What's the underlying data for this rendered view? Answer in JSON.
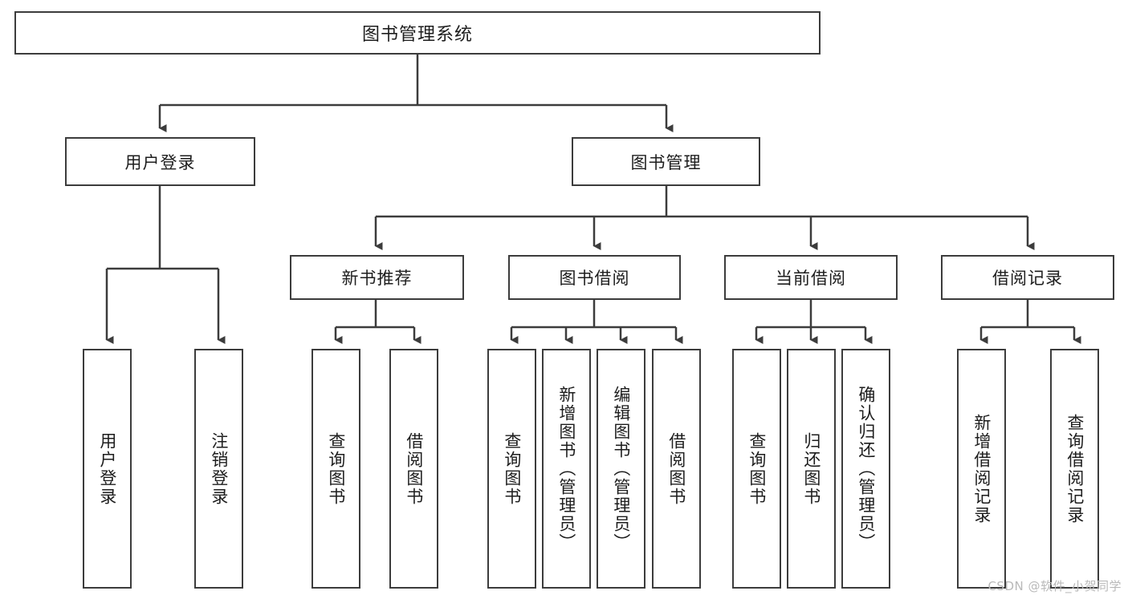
{
  "diagram": {
    "type": "tree",
    "title": "图书管理系统",
    "background": "#ffffff",
    "line_color": "#3c3c3c",
    "text_color": "#1d1d1d"
  },
  "nodes": {
    "root": {
      "label": "图书管理系统"
    },
    "level2": [
      {
        "label": "用户登录"
      },
      {
        "label": "图书管理"
      }
    ],
    "level3": [
      {
        "label": "新书推荐"
      },
      {
        "label": "图书借阅"
      },
      {
        "label": "当前借阅"
      },
      {
        "label": "借阅记录"
      }
    ],
    "leaves_user_login": [
      {
        "label": "用户登录"
      },
      {
        "label": "注销登录"
      }
    ],
    "leaves_new_book": [
      {
        "label": "查询图书"
      },
      {
        "label": "借阅图书"
      }
    ],
    "leaves_borrow": [
      {
        "label": "查询图书"
      },
      {
        "label": "新增图书（管理员）"
      },
      {
        "label": "编辑图书（管理员）"
      },
      {
        "label": "借阅图书"
      }
    ],
    "leaves_current": [
      {
        "label": "查询图书"
      },
      {
        "label": "归还图书"
      },
      {
        "label": "确认归还（管理员）"
      }
    ],
    "leaves_record": [
      {
        "label": "新增借阅记录"
      },
      {
        "label": "查询借阅记录"
      }
    ]
  },
  "watermark": {
    "text": "CSDN @软件_小贺同学"
  }
}
